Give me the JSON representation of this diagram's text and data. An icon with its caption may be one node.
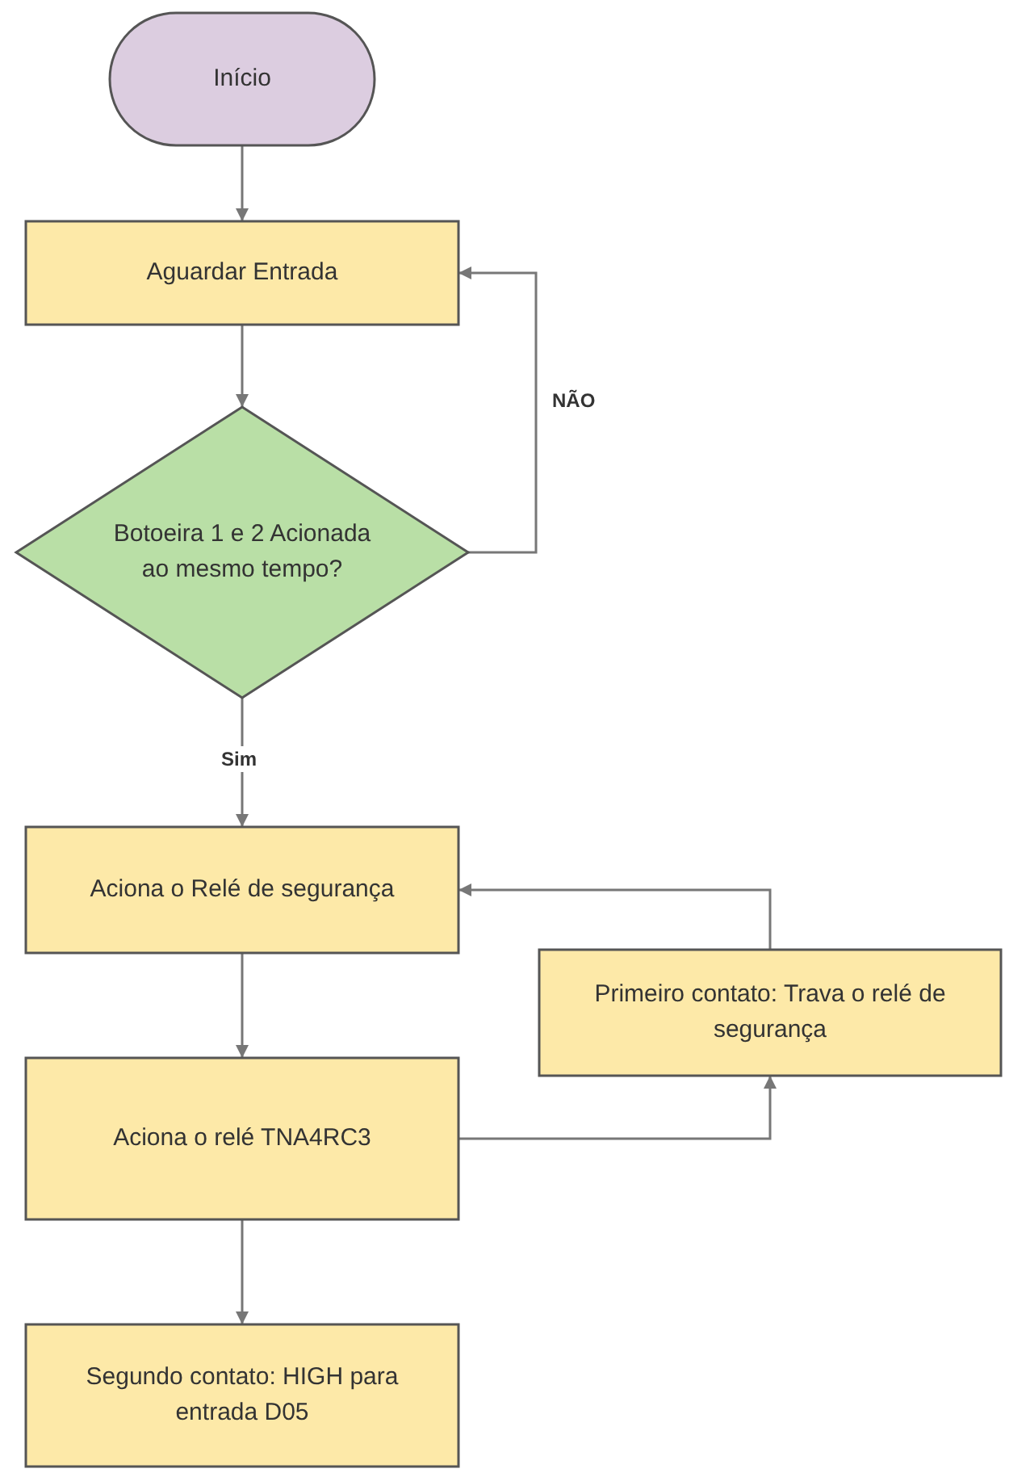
{
  "diagram": {
    "nodes": [
      {
        "text": [
          "Início"
        ]
      },
      {
        "text": [
          "Aguardar Entrada"
        ]
      },
      {
        "text": [
          "Botoeira 1 e 2 Acionada ao mesmo tempo?"
        ]
      },
      {
        "text": [
          "Aciona o Relé de segurança"
        ]
      },
      {
        "text": [
          "Aciona o relé TNA4RC3"
        ]
      },
      {
        "text": [
          "Segundo contato: HIGH para entrada D05"
        ]
      },
      {
        "text": [
          "Primeiro contato: Trava o relé de segurança"
        ]
      }
    ],
    "edges": [
      {
        "from": 0,
        "to": 1,
        "arrow": "to"
      },
      {
        "from": 1,
        "to": 2,
        "arrow": "to"
      },
      {
        "from": 2,
        "to": 1,
        "arrow": "to",
        "label": "NÃO"
      },
      {
        "from": 2,
        "to": 3,
        "arrow": "to",
        "label": "Sim"
      },
      {
        "from": 3,
        "to": 4,
        "arrow": "to"
      },
      {
        "from": 4,
        "to": 6,
        "arrow": "to"
      },
      {
        "from": 6,
        "to": 3,
        "arrow": "to"
      },
      {
        "from": 4,
        "to": 5,
        "arrow": "to"
      }
    ]
  }
}
